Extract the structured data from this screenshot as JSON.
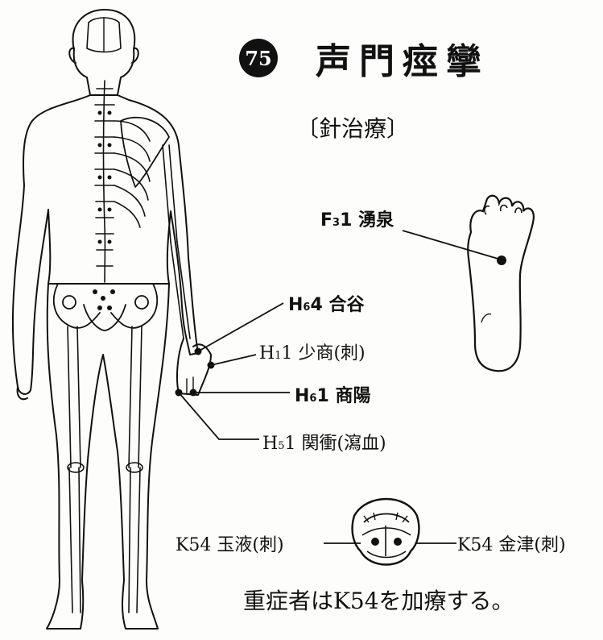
{
  "header": {
    "number": "75",
    "title": "声門痙攣",
    "category": "〔針治療〕"
  },
  "points": {
    "foot": {
      "code": "F",
      "sub": "3",
      "num": "1",
      "name": "湧泉"
    },
    "hegu": {
      "code": "H",
      "sub": "6",
      "num": "4",
      "name": "合谷"
    },
    "shaoshang": {
      "code": "H",
      "sub": "1",
      "num": "1",
      "name": "少商(刺)"
    },
    "shangyang": {
      "code": "H",
      "sub": "6",
      "num": "1",
      "name": "商陽"
    },
    "guanchong": {
      "code": "H",
      "sub": "5",
      "num": "1",
      "name": "関衝(瀉血)"
    },
    "yuye": {
      "label": "K54 玉液(刺)"
    },
    "jinjin": {
      "label": "K54 金津(刺)"
    }
  },
  "footnote": "重症者はK54を加療する。",
  "colors": {
    "ink": "#111111",
    "paper": "#fdfdfb"
  }
}
